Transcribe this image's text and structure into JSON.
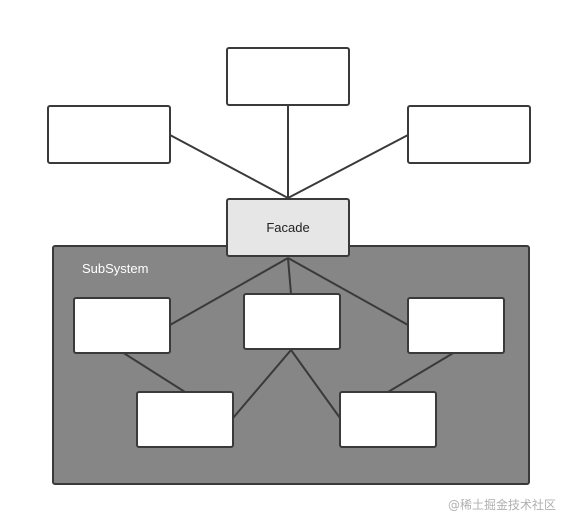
{
  "diagram": {
    "facade_label": "Facade",
    "subsystem_label": "SubSystem"
  },
  "watermark": "@稀土掘金技术社区",
  "colors": {
    "line": "#3a3a3a",
    "subsystem_fill": "#868686",
    "facade_fill": "#e6e6e6",
    "box_fill": "#ffffff"
  }
}
